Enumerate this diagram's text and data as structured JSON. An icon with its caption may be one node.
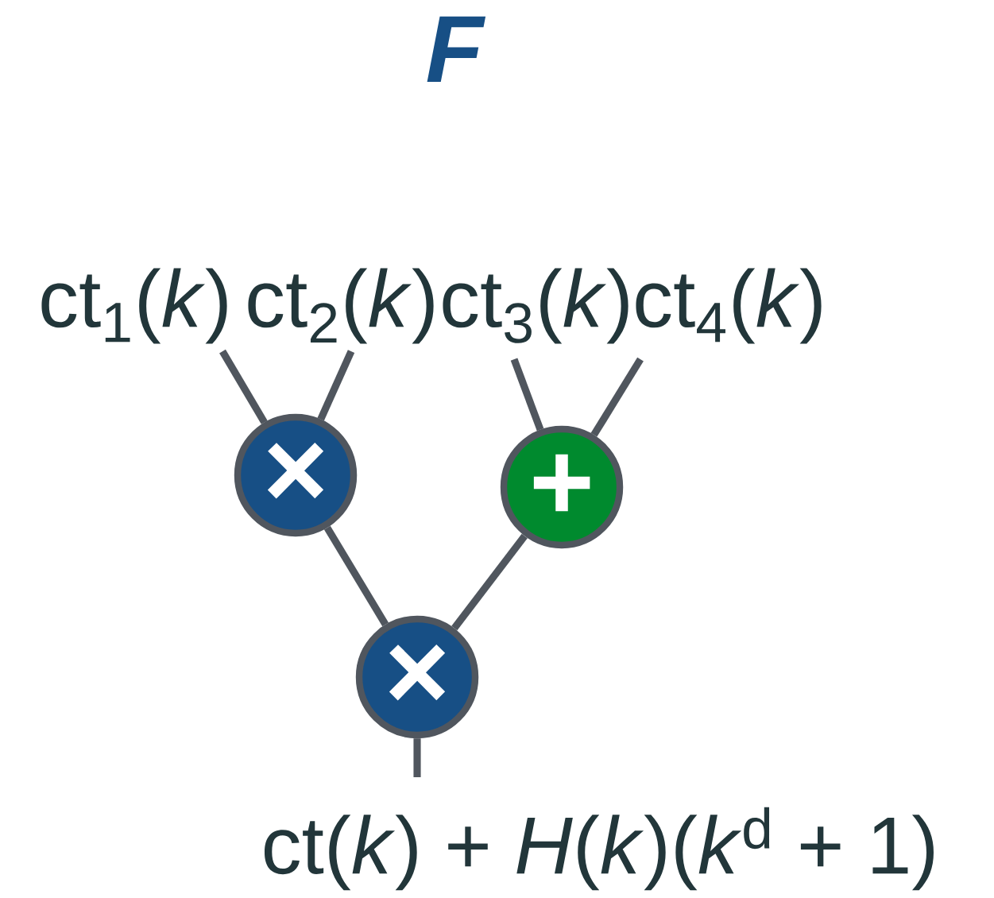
{
  "diagram": {
    "title": "F",
    "nodes": [
      {
        "text": [
          "ct$_{1}$(*k*)"
        ]
      },
      {
        "text": [
          "ct$_{2}$(*k*)"
        ]
      },
      {
        "text": [
          "ct$_{3}$(*k*)"
        ]
      },
      {
        "text": [
          "ct$_{4}$(*k*)"
        ]
      },
      {
        "text": [
          "×"
        ]
      },
      {
        "text": [
          "+"
        ]
      },
      {
        "text": [
          "×"
        ]
      },
      {
        "text": [
          "ct(*k*) + *H*(*k*)(*k*$^{d}$ + 1)"
        ]
      }
    ],
    "edges": [
      {
        "from": 0,
        "to": 4,
        "arrow": "none"
      },
      {
        "from": 1,
        "to": 4,
        "arrow": "none"
      },
      {
        "from": 2,
        "to": 5,
        "arrow": "none"
      },
      {
        "from": 3,
        "to": 5,
        "arrow": "none"
      },
      {
        "from": 4,
        "to": 6,
        "arrow": "none"
      },
      {
        "from": 5,
        "to": 6,
        "arrow": "none"
      },
      {
        "from": 6,
        "to": 7,
        "arrow": "none"
      }
    ]
  }
}
